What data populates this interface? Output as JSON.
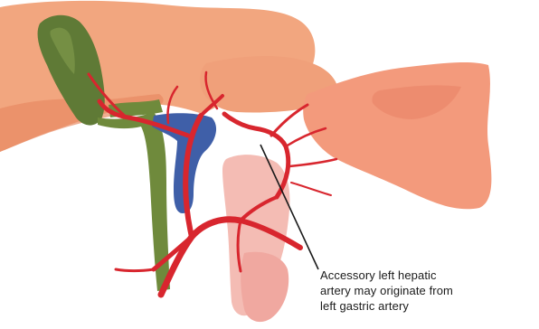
{
  "annotation": {
    "lines": [
      "Accessory left hepatic",
      "artery may originate from",
      "left gastric artery"
    ]
  },
  "colors": {
    "liver": "#f2a67f",
    "liver_shade": "#e88a63",
    "stomach": "#f39a7c",
    "gallbladder": "#5f7a36",
    "bile_duct": "#6f8a3c",
    "portal_vein": "#3f5fa8",
    "artery": "#d8262e",
    "background": "#ffffff",
    "text": "#1a1a1a"
  }
}
